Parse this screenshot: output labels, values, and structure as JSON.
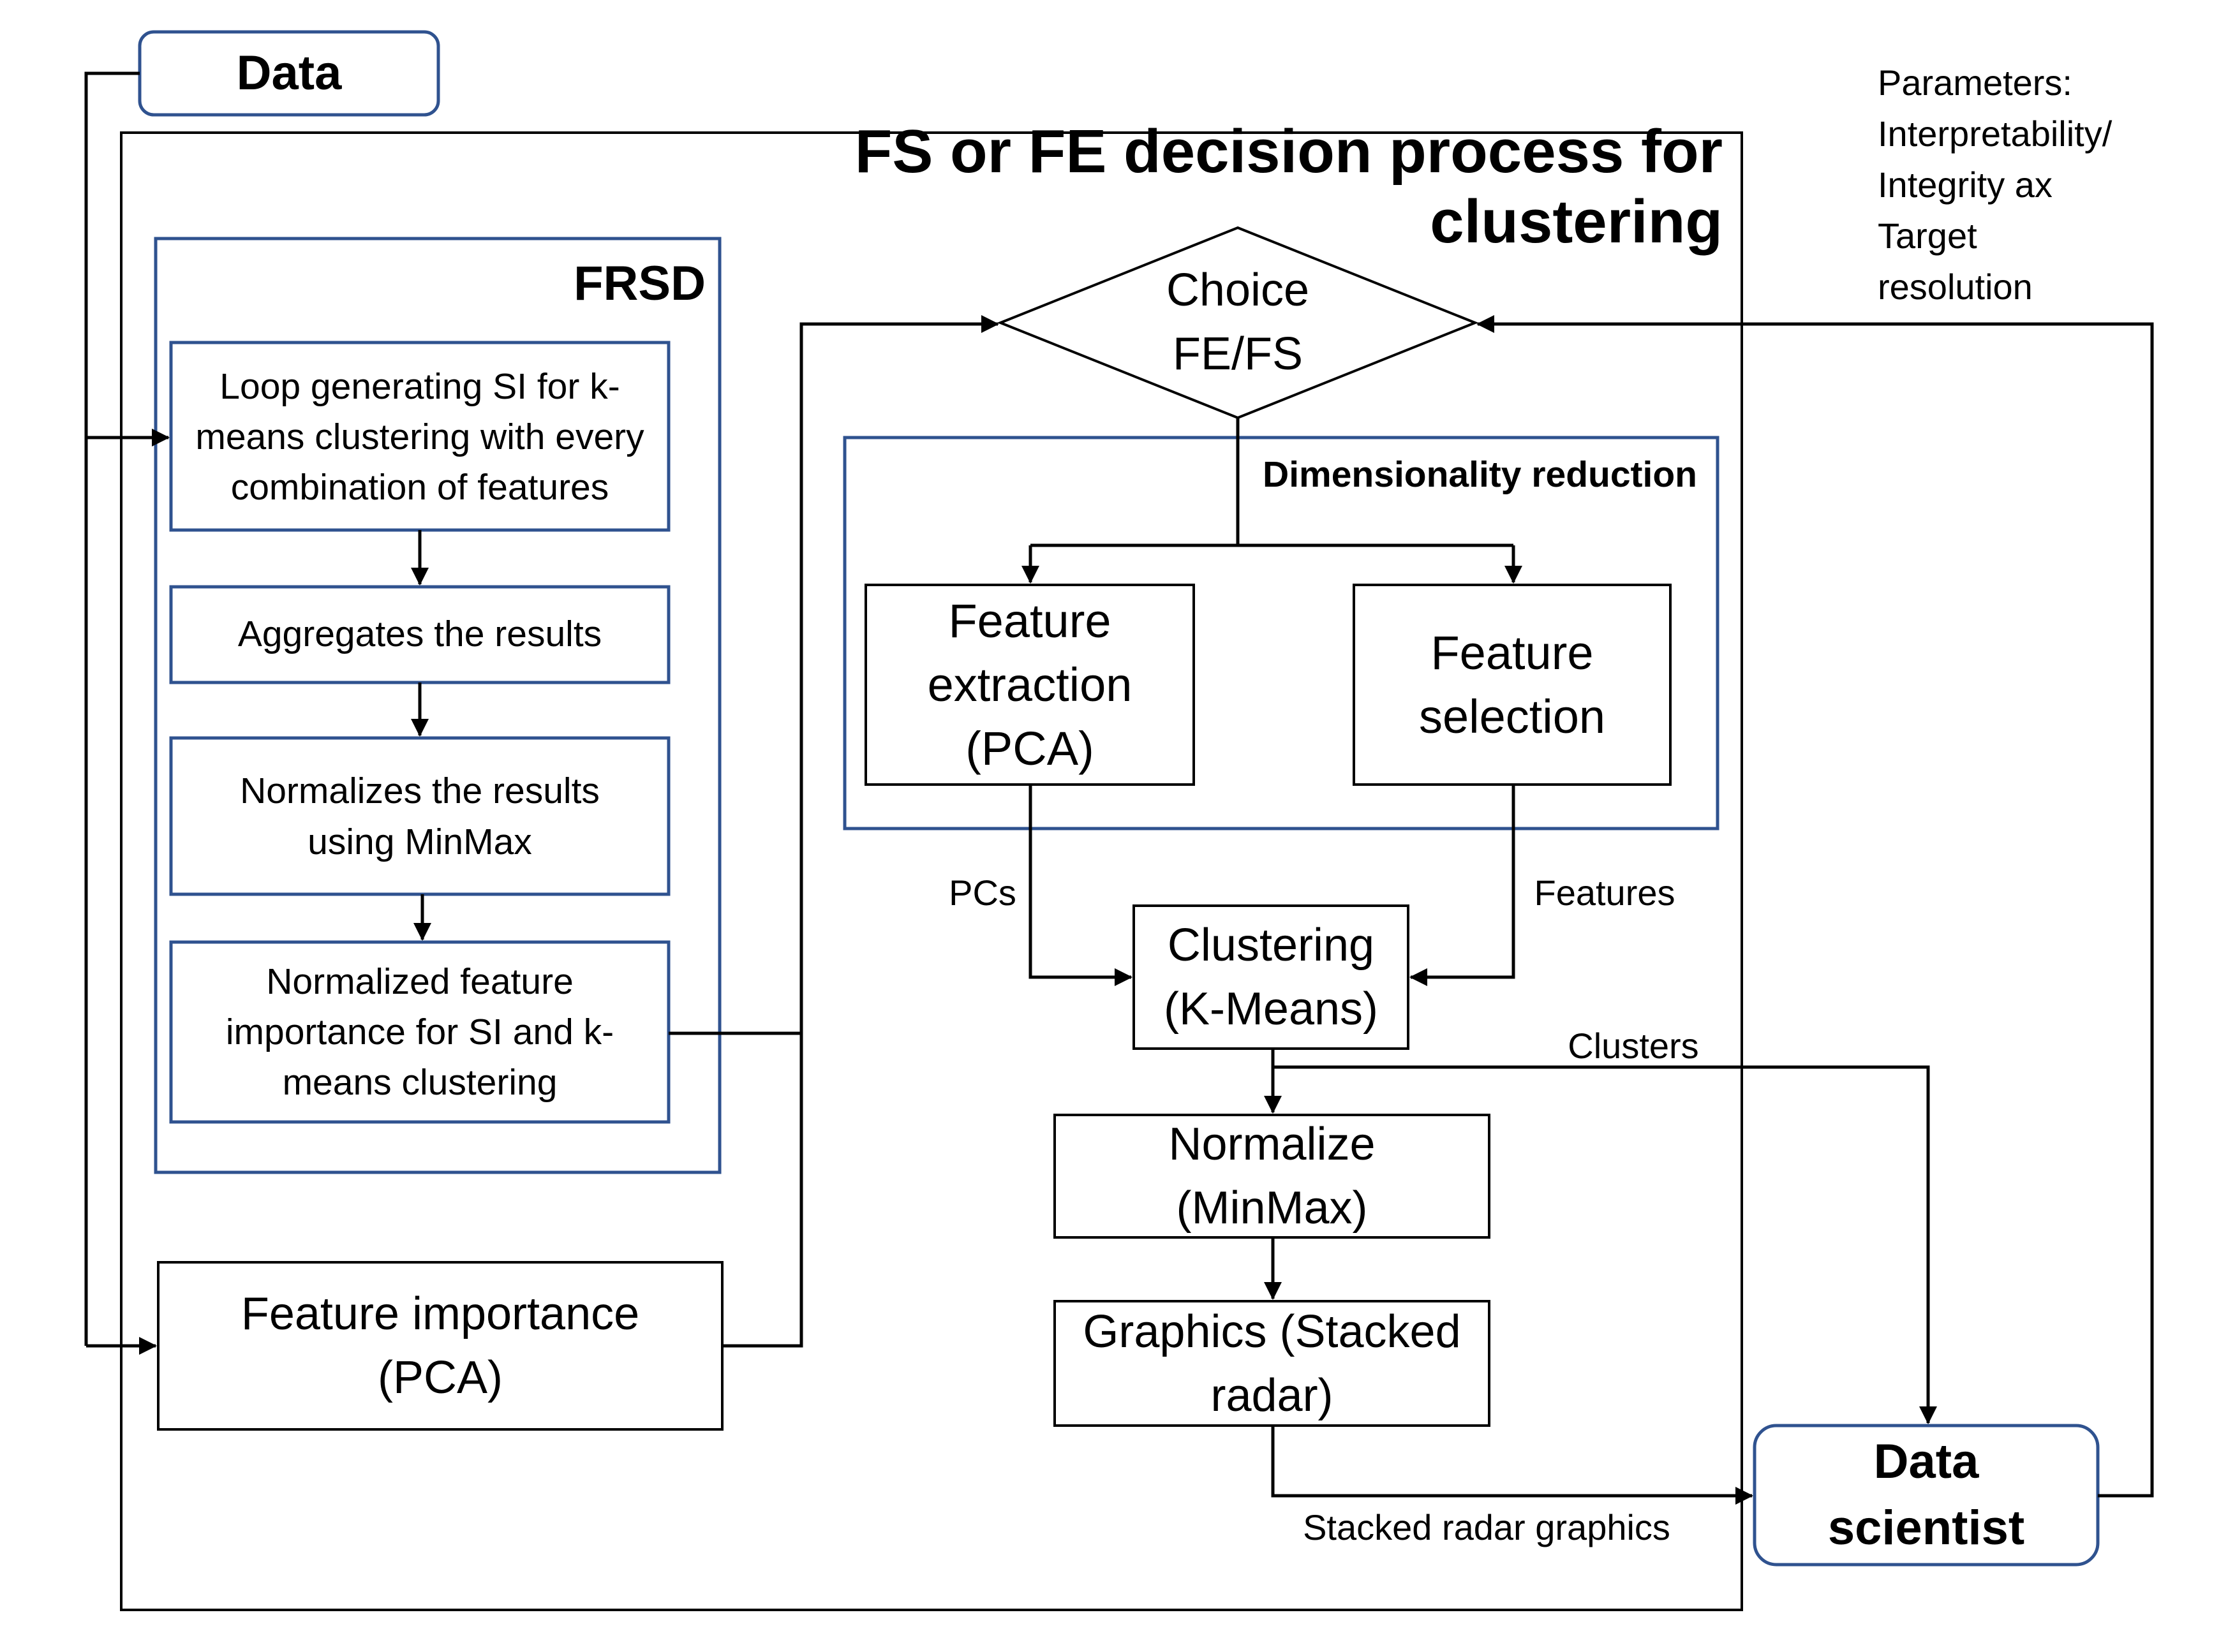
{
  "data_box": "Data",
  "main_title": "FS or FE decision process for clustering",
  "parameters": {
    "lines": [
      "Parameters:",
      "Interpretability/",
      "Integrity ax",
      "Target",
      "resolution"
    ]
  },
  "frsd": {
    "title": "FRSD",
    "steps": [
      "Loop generating SI for k-means clustering with every combination of features",
      "Aggregates the results",
      "Normalizes the results using MinMax",
      "Normalized feature importance for SI and k-means clustering"
    ]
  },
  "feature_importance": "Feature importance (PCA)",
  "choice": "Choice FE/FS",
  "dim_reduction": {
    "title": "Dimensionality reduction",
    "extraction": "Feature extraction (PCA)",
    "selection": "Feature selection"
  },
  "edge_labels": {
    "pcs": "PCs",
    "features": "Features",
    "clusters": "Clusters",
    "stacked": "Stacked radar graphics"
  },
  "clustering": "Clustering (K-Means)",
  "normalize": "Normalize (MinMax)",
  "graphics": "Graphics (Stacked radar)",
  "data_scientist": "Data scientist",
  "colors": {
    "blue_border": "#2F528F",
    "line": "#000000"
  }
}
